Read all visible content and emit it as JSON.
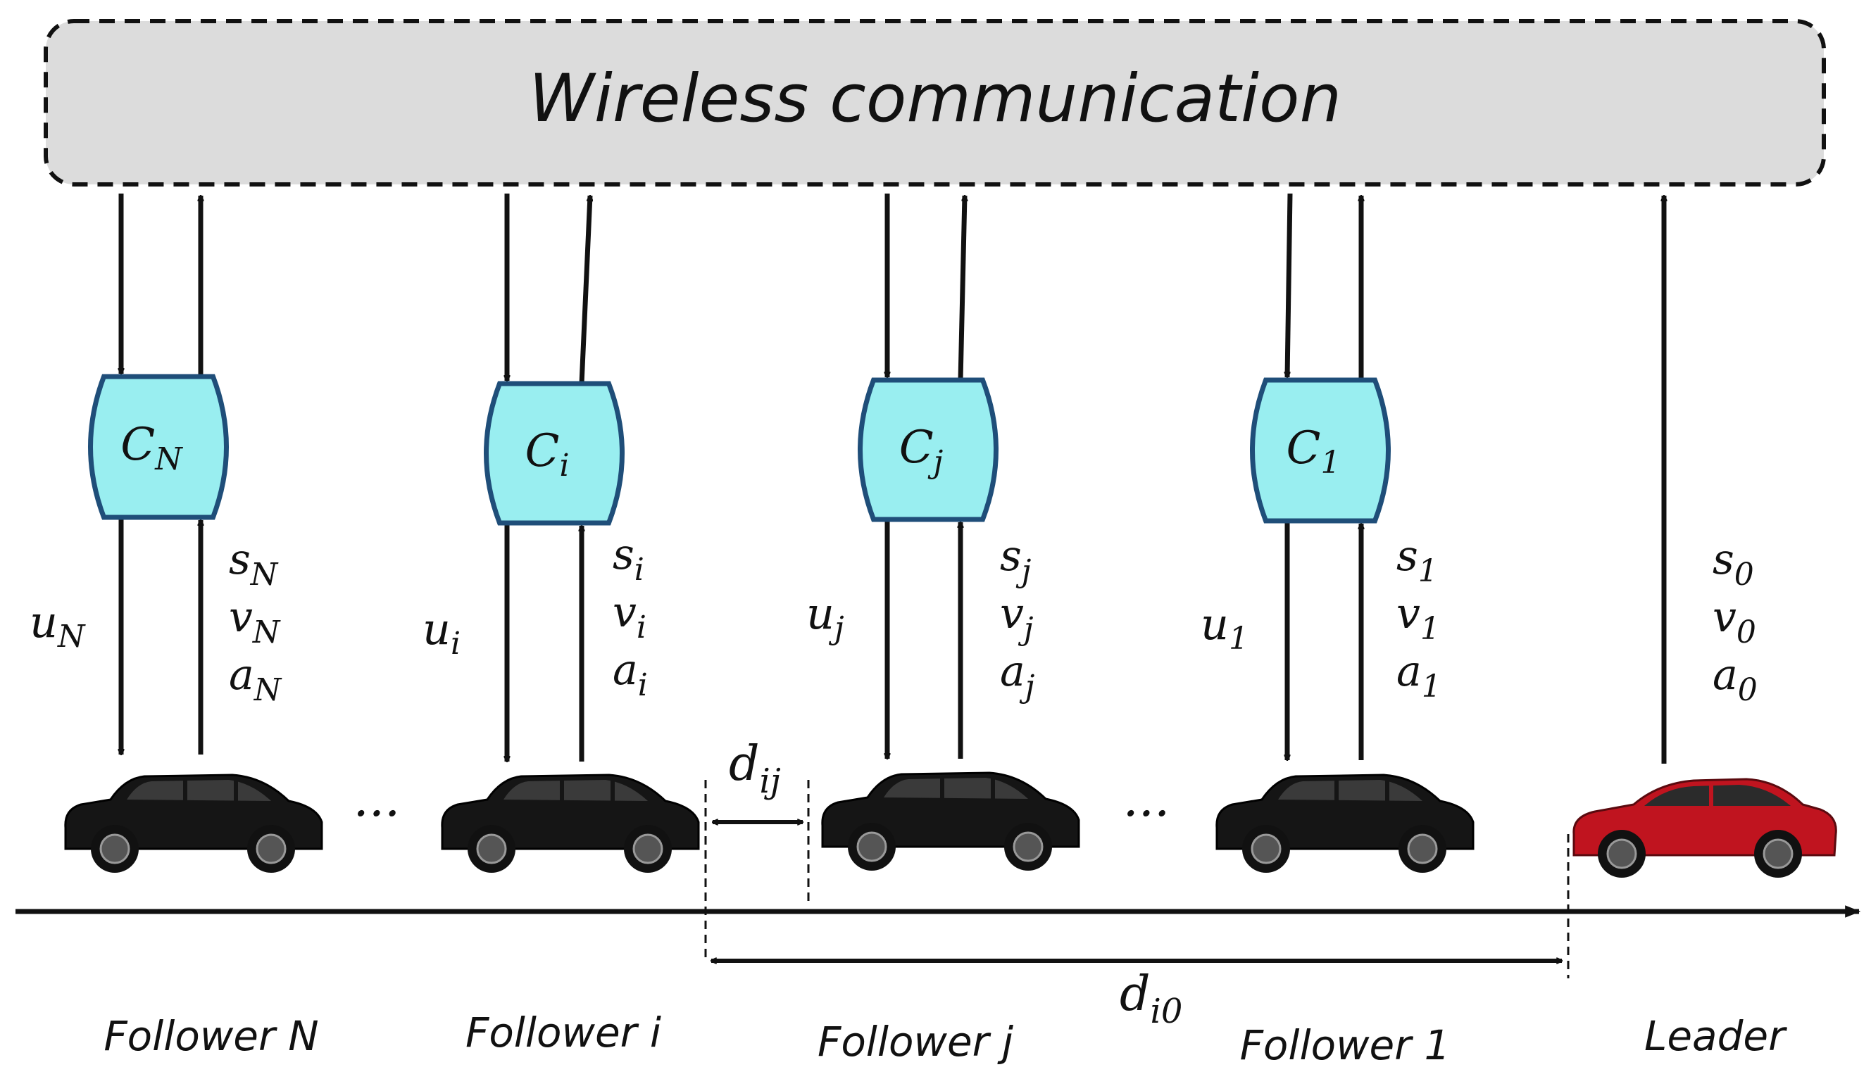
{
  "banner": {
    "title": "Wireless communication",
    "fill": "#dcdcdc"
  },
  "controller_fill": "#99eef0",
  "controller_stroke": "#1f4e79",
  "leader_color": "#c0141f",
  "follower_color": "#151515",
  "controllers": [
    {
      "name": "C",
      "sub": "N",
      "control": "u",
      "control_sub": "N",
      "state_sub": "N",
      "caption": "Follower N"
    },
    {
      "name": "C",
      "sub": "i",
      "control": "u",
      "control_sub": "i",
      "state_sub": "i",
      "caption": "Follower i"
    },
    {
      "name": "C",
      "sub": "j",
      "control": "u",
      "control_sub": "j",
      "state_sub": "j",
      "caption": "Follower j"
    },
    {
      "name": "C",
      "sub": "1",
      "control": "u",
      "control_sub": "1",
      "state_sub": "1",
      "caption": "Follower 1"
    }
  ],
  "state_symbols": [
    "s",
    "v",
    "a"
  ],
  "leader": {
    "state_sub": "0",
    "caption": "Leader"
  },
  "ellipsis": "···",
  "distances": {
    "d_ij": {
      "symbol": "d",
      "sub": "ij"
    },
    "d_i0": {
      "symbol": "d",
      "sub": "i0"
    }
  }
}
